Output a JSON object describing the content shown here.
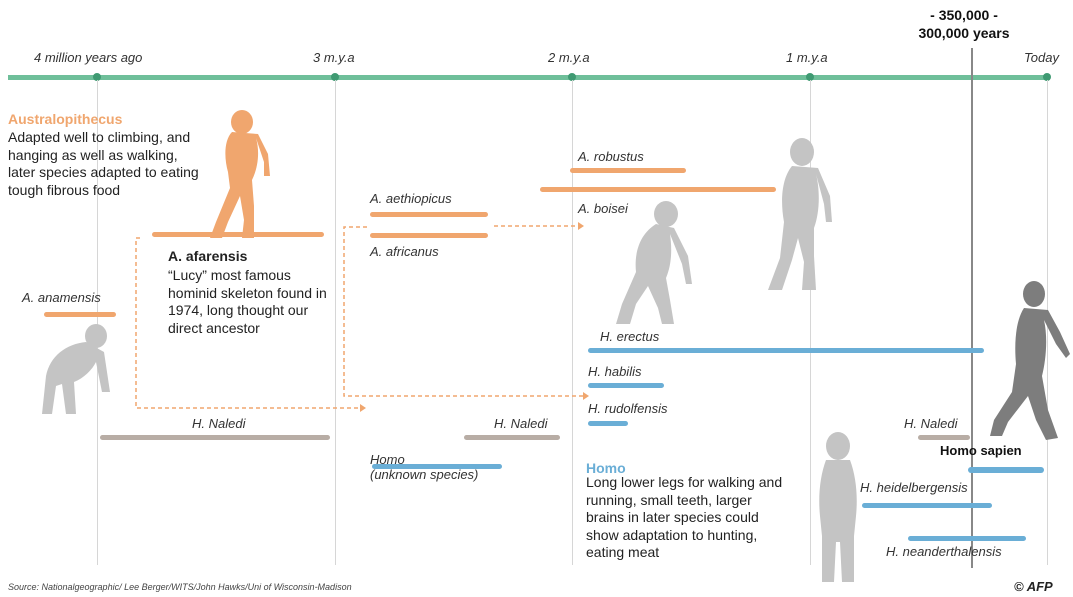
{
  "timeline": {
    "ticks": [
      "4 million years ago",
      "3 m.y.a",
      "2 m.y.a",
      "1 m.y.a",
      "Today"
    ],
    "era_marker": "- 350,000 -\n300,000 years"
  },
  "australopithecus": {
    "heading": "Australopithecus",
    "description": "Adapted well to climbing, and hanging as well as walking, later species adapted to eating tough fibrous food"
  },
  "afarensis": {
    "name": "A. afarensis",
    "description": "“Lucy” most famous hominid skeleton found in 1974, long thought our direct ancestor"
  },
  "homo": {
    "heading": "Homo",
    "description": "Long lower legs for walking and running, small teeth, larger brains in later species could show adaptation to hunting, eating meat"
  },
  "species": {
    "anamensis": "A. anamensis",
    "aethiopicus": "A. aethiopicus",
    "africanus": "A. africanus",
    "robustus": "A. robustus",
    "boisei": "A. boisei",
    "erectus": "H. erectus",
    "habilis": "H. habilis",
    "rudolfensis": "H. rudolfensis",
    "naledi_1": "H. Naledi",
    "naledi_2": "H. Naledi",
    "naledi_3": "H. Naledi",
    "homo_unknown": "Homo\n(unknown species)",
    "sapien": "Homo sapien",
    "heidelbergensis": "H. heidelbergensis",
    "neanderthalensis": "H. neanderthalensis"
  },
  "footer": {
    "source": "Source: Nationalgeographic/ Lee Berger/WITS/John Hawks/Uni of Wisconsin-Madison",
    "credit": "© AFP"
  },
  "colors": {
    "axis": "#6fbf9a",
    "australopithecus": "#f0a66e",
    "homo": "#6aaed6",
    "naledi": "#b8ada5",
    "figure_grey": "#c4c4c4"
  }
}
